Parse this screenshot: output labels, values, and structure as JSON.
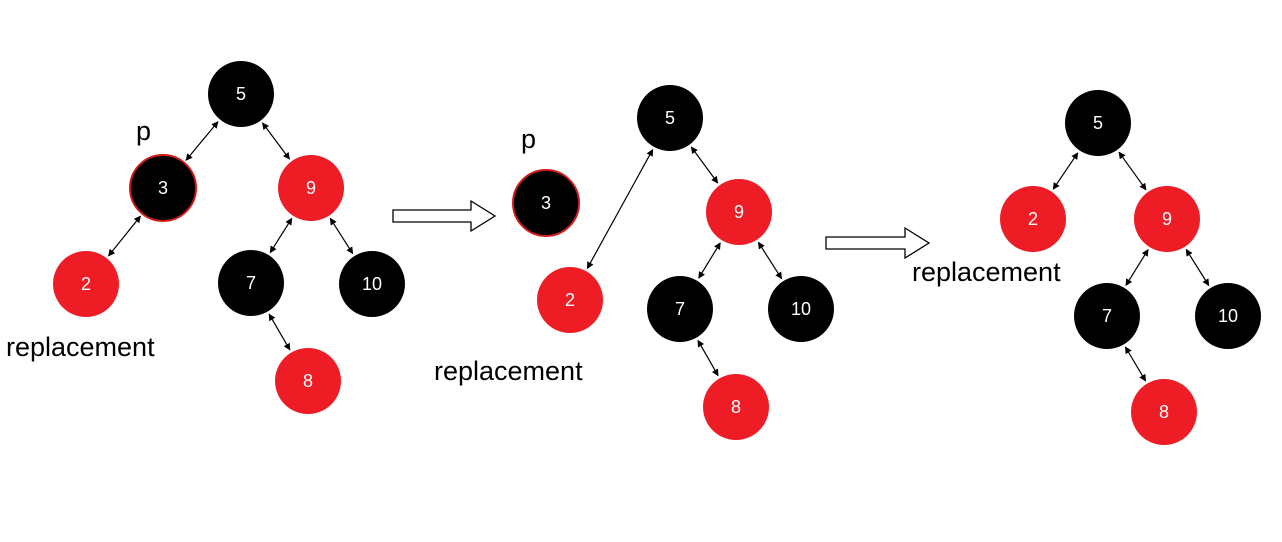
{
  "colors": {
    "black_node": "#000000",
    "red_node": "#ee1c25",
    "node_text": "#ffffff",
    "highlight_outline": "#d11a1a"
  },
  "panels": [
    {
      "nodes": {
        "n5": {
          "label": "5",
          "color": "black"
        },
        "n3": {
          "label": "3",
          "color": "black",
          "outline": "red"
        },
        "n9": {
          "label": "9",
          "color": "red"
        },
        "n2": {
          "label": "2",
          "color": "red"
        },
        "n7": {
          "label": "7",
          "color": "black"
        },
        "n10": {
          "label": "10",
          "color": "black"
        },
        "n8": {
          "label": "8",
          "color": "red"
        }
      },
      "edges": [
        [
          "n5",
          "n3"
        ],
        [
          "n5",
          "n9"
        ],
        [
          "n3",
          "n2"
        ],
        [
          "n9",
          "n7"
        ],
        [
          "n9",
          "n10"
        ],
        [
          "n7",
          "n8"
        ]
      ],
      "labels": {
        "p": "p",
        "replacement": "replacement"
      }
    },
    {
      "nodes": {
        "n5": {
          "label": "5",
          "color": "black"
        },
        "n3": {
          "label": "3",
          "color": "black",
          "outline": "red"
        },
        "n9": {
          "label": "9",
          "color": "red"
        },
        "n2": {
          "label": "2",
          "color": "red"
        },
        "n7": {
          "label": "7",
          "color": "black"
        },
        "n10": {
          "label": "10",
          "color": "black"
        },
        "n8": {
          "label": "8",
          "color": "red"
        }
      },
      "edges": [
        [
          "n5",
          "n2"
        ],
        [
          "n5",
          "n9"
        ],
        [
          "n9",
          "n7"
        ],
        [
          "n9",
          "n10"
        ],
        [
          "n7",
          "n8"
        ]
      ],
      "labels": {
        "p": "p",
        "replacement": "replacement"
      }
    },
    {
      "nodes": {
        "n5": {
          "label": "5",
          "color": "black"
        },
        "n2": {
          "label": "2",
          "color": "red"
        },
        "n9": {
          "label": "9",
          "color": "red"
        },
        "n7": {
          "label": "7",
          "color": "black"
        },
        "n10": {
          "label": "10",
          "color": "black"
        },
        "n8": {
          "label": "8",
          "color": "red"
        }
      },
      "edges": [
        [
          "n5",
          "n2"
        ],
        [
          "n5",
          "n9"
        ],
        [
          "n9",
          "n7"
        ],
        [
          "n9",
          "n10"
        ],
        [
          "n7",
          "n8"
        ]
      ],
      "labels": {
        "replacement": "replacement"
      }
    }
  ]
}
